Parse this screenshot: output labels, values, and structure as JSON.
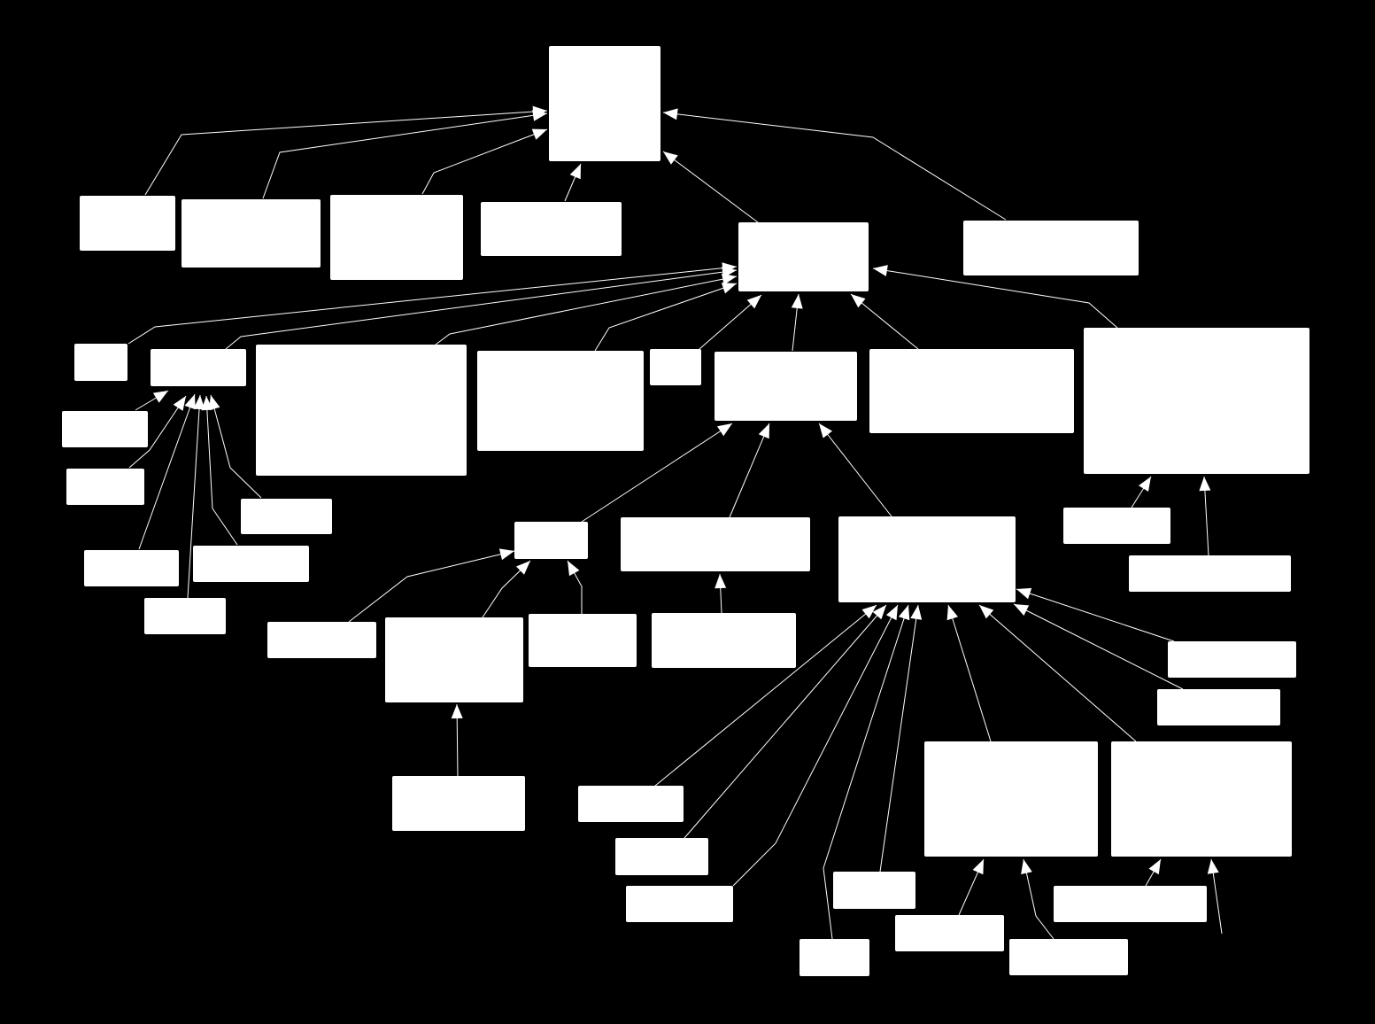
{
  "diagram": {
    "type": "concept-map",
    "colors": {
      "background": "#000000",
      "node_fill": "#ffffff",
      "edge": "#ffffff"
    },
    "nodes": [
      {
        "id": "n-top"
      },
      {
        "id": "n-a1"
      },
      {
        "id": "n-a2"
      },
      {
        "id": "n-a3"
      },
      {
        "id": "n-a4"
      },
      {
        "id": "n-mid"
      },
      {
        "id": "n-a6"
      },
      {
        "id": "n-b1"
      },
      {
        "id": "n-hub-left"
      },
      {
        "id": "n-b3"
      },
      {
        "id": "n-b4"
      },
      {
        "id": "n-b5"
      },
      {
        "id": "n-b6"
      },
      {
        "id": "n-b7"
      },
      {
        "id": "n-b8"
      },
      {
        "id": "n-c1"
      },
      {
        "id": "n-c2"
      },
      {
        "id": "n-c3"
      },
      {
        "id": "n-c4"
      },
      {
        "id": "n-c5"
      },
      {
        "id": "n-c6"
      },
      {
        "id": "n-d1"
      },
      {
        "id": "n-d2"
      },
      {
        "id": "n-hub-right"
      },
      {
        "id": "n-d4"
      },
      {
        "id": "n-d5"
      },
      {
        "id": "n-e1"
      },
      {
        "id": "n-e2"
      },
      {
        "id": "n-e3"
      },
      {
        "id": "n-e4"
      },
      {
        "id": "n-e5"
      },
      {
        "id": "n-e6"
      },
      {
        "id": "n-f1"
      },
      {
        "id": "n-g1"
      },
      {
        "id": "n-g2"
      },
      {
        "id": "n-g3"
      },
      {
        "id": "n-g4"
      },
      {
        "id": "n-g5"
      },
      {
        "id": "n-g6"
      },
      {
        "id": "n-g7"
      },
      {
        "id": "n-g8"
      },
      {
        "id": "n-g9"
      },
      {
        "id": "n-g10"
      }
    ],
    "edges": [
      {
        "from": "n-a1",
        "to": "n-top"
      },
      {
        "from": "n-a2",
        "to": "n-top"
      },
      {
        "from": "n-a3",
        "to": "n-top"
      },
      {
        "from": "n-a4",
        "to": "n-top"
      },
      {
        "from": "n-mid",
        "to": "n-top"
      },
      {
        "from": "n-a6",
        "to": "n-top"
      },
      {
        "from": "n-b1",
        "to": "n-mid"
      },
      {
        "from": "n-hub-left",
        "to": "n-mid"
      },
      {
        "from": "n-b3",
        "to": "n-mid"
      },
      {
        "from": "n-b4",
        "to": "n-mid"
      },
      {
        "from": "n-b5",
        "to": "n-mid"
      },
      {
        "from": "n-b6",
        "to": "n-mid"
      },
      {
        "from": "n-b7",
        "to": "n-mid"
      },
      {
        "from": "n-b8",
        "to": "n-mid"
      },
      {
        "from": "n-c1",
        "to": "n-hub-left"
      },
      {
        "from": "n-c2",
        "to": "n-hub-left"
      },
      {
        "from": "n-c3",
        "to": "n-hub-left"
      },
      {
        "from": "n-c4",
        "to": "n-hub-left"
      },
      {
        "from": "n-c5",
        "to": "n-hub-left"
      },
      {
        "from": "n-c6",
        "to": "n-hub-left"
      },
      {
        "from": "n-d1",
        "to": "n-b6"
      },
      {
        "from": "n-d2",
        "to": "n-b6"
      },
      {
        "from": "n-hub-right",
        "to": "n-b6"
      },
      {
        "from": "n-d4",
        "to": "n-b8"
      },
      {
        "from": "n-d5",
        "to": "n-b8"
      },
      {
        "from": "n-e1",
        "to": "n-d1"
      },
      {
        "from": "n-e2",
        "to": "n-d1"
      },
      {
        "from": "n-e3",
        "to": "n-d1"
      },
      {
        "from": "n-e4",
        "to": "n-d2"
      },
      {
        "from": "n-e5",
        "to": "n-hub-right"
      },
      {
        "from": "n-e6",
        "to": "n-hub-right"
      },
      {
        "from": "n-f1",
        "to": "n-e2"
      },
      {
        "from": "n-g1",
        "to": "n-hub-right"
      },
      {
        "from": "n-g2",
        "to": "n-hub-right"
      },
      {
        "from": "n-g3",
        "to": "n-hub-right"
      },
      {
        "from": "n-g4",
        "to": "n-hub-right"
      },
      {
        "from": "n-g5",
        "to": "n-hub-right"
      },
      {
        "from": "n-g6",
        "to": "n-hub-right"
      },
      {
        "from": "n-g7",
        "to": "n-hub-right"
      },
      {
        "from": "n-g8",
        "to": "n-g6"
      },
      {
        "from": "n-g9",
        "to": "n-g6"
      },
      {
        "from": "n-g10",
        "to": "n-g7"
      }
    ]
  }
}
